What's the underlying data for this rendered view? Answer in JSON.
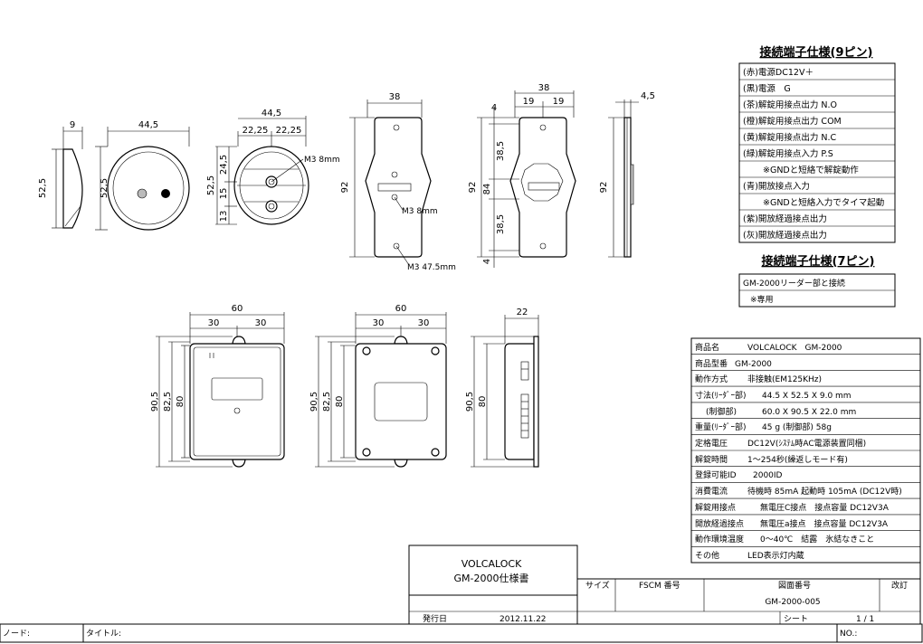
{
  "dimensions": {
    "top_side_width": "9",
    "top_side_height": "52,5",
    "top_front_width": "44,5",
    "top_front_height": "52,5",
    "top_back_width": "44,5",
    "top_back_half_left": "22,25",
    "top_back_half_right": "22,25",
    "top_back_v1": "24,5",
    "top_back_v2": "15",
    "top_back_v3": "13",
    "top_back_total": "52,5",
    "screw_a": "M3 8mm",
    "screw_b": "M3 8mm",
    "screw_c": "M3 47.5mm",
    "plate_width": "38",
    "plate_height": "92",
    "plate2_width": "38",
    "plate2_half_left": "19",
    "plate2_half_right": "19",
    "plate2_top": "4",
    "plate2_v1": "38,5",
    "plate2_v2": "84",
    "plate2_v3": "38,5",
    "plate2_bottom": "4",
    "plate2_height": "92",
    "plate_side_width": "4,5",
    "plate_side_height": "92",
    "ctrl_width": "60",
    "ctrl_half_left": "30",
    "ctrl_half_right": "30",
    "ctrl_h_outer": "90,5",
    "ctrl_h_mid": "82,5",
    "ctrl_h_inner": "80",
    "ctrl2_width": "60",
    "ctrl2_half_left": "30",
    "ctrl2_half_right": "30",
    "ctrl2_h_outer": "90,5",
    "ctrl2_h_mid": "82,5",
    "ctrl2_h_inner": "80",
    "ctrl_side_width": "22",
    "ctrl_side_h_outer": "90,5",
    "ctrl_side_h_inner": "80"
  },
  "pin9": {
    "title": "接続端子仕様(9ピン)",
    "rows": [
      "(赤)電源DC12V＋",
      "(黒)電源　G",
      "(茶)解錠用接点出力 N.O",
      "(橙)解錠用接点出力 COM",
      "(黄)解錠用接点出力 N.C",
      "(緑)解錠用接点入力 P.S",
      "※GNDと短絡で解錠動作",
      "(青)開放接点入力",
      "※GNDと短絡入力でタイマ起動",
      "(紫)開放経過接点出力",
      "(灰)開放経過接点出力"
    ]
  },
  "pin7": {
    "title": "接続端子仕様(7ピン)",
    "rows": [
      "GM-2000リーダー部と接続",
      "※専用"
    ]
  },
  "spec": {
    "rows": [
      {
        "label": "商品名",
        "value": "VOLCALOCK　GM-2000"
      },
      {
        "label": "商品型番",
        "value": "GM-2000"
      },
      {
        "label": "動作方式",
        "value": "非接触(EM125KHz)"
      },
      {
        "label": "寸法(ﾘｰﾀﾞｰ部)",
        "value": "44.5 X 52.5 X 9.0 mm"
      },
      {
        "label": "(制御部)",
        "value": "60.0 X 90.5 X 22.0 mm"
      },
      {
        "label": "重量(ﾘｰﾀﾞｰ部)",
        "value": "45 g (制御部) 58g"
      },
      {
        "label": "定格電圧",
        "value": "DC12V(ｼｽﾃﾑ時AC電源装置同梱)"
      },
      {
        "label": "解錠時間",
        "value": "1〜254秒(繰返しモード有)"
      },
      {
        "label": "登録可能ID",
        "value": "2000ID"
      },
      {
        "label": "消費電流",
        "value": "待機時 85mA 起動時 105mA (DC12V時)"
      },
      {
        "label": "解錠用接点",
        "value": "無電圧C接点　接点容量 DC12V3A"
      },
      {
        "label": "開放経過接点",
        "value": "無電圧a接点　接点容量 DC12V3A"
      },
      {
        "label": "動作環境温度",
        "value": "0〜40℃　結露　氷結なきこと"
      },
      {
        "label": "その他",
        "value": "LED表示灯内蔵"
      }
    ]
  },
  "title_block": {
    "line1": "VOLCALOCK",
    "line2": "GM-2000仕様書",
    "size_label": "サイズ",
    "fscm_label": "FSCM 番号",
    "drawing_no_label": "図面番号",
    "revision_label": "改訂",
    "drawing_no": "GM-2000-005",
    "issue_label": "発行日",
    "issue_date": "2012.11.22",
    "sheet_label": "シート",
    "sheet_value": "1 / 1"
  },
  "footer": {
    "node_label": "ノード:",
    "title_label": "タイトル:",
    "no_label": "NO.:"
  }
}
